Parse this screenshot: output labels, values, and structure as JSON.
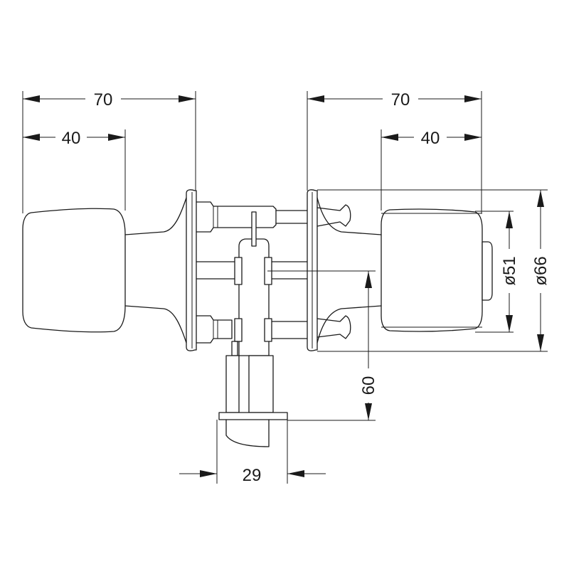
{
  "dimensions": {
    "left_total_width": "70",
    "left_knob_width": "40",
    "right_total_width": "70",
    "right_knob_width": "40",
    "inner_diameter": "ø51",
    "outer_diameter": "ø66",
    "backset": "60",
    "latch_width": "29"
  }
}
